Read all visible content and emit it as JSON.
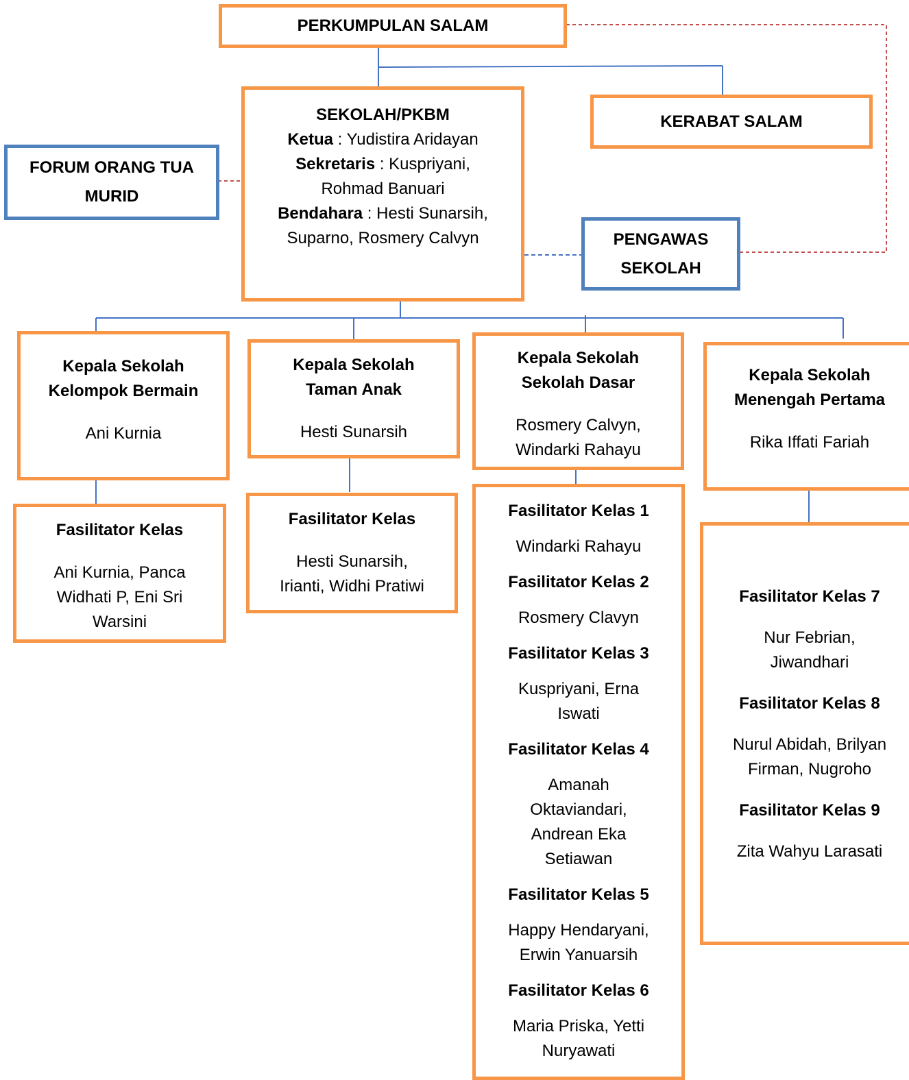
{
  "colors": {
    "orange_border": "#F79646",
    "blue_border": "#4F81BD",
    "connector": "#4472C4",
    "dashed_red": "#C0504D"
  },
  "perkumpulan": {
    "title": "PERKUMPULAN SALAM"
  },
  "kerabat": {
    "title": "KERABAT SALAM"
  },
  "forum": {
    "title_line1": "FORUM ORANG TUA",
    "title_line2": "MURID"
  },
  "pengawas": {
    "title_line1": "PENGAWAS",
    "title_line2": "SEKOLAH"
  },
  "pkbm": {
    "title": "SEKOLAH/PKBM",
    "ketua_label": "Ketua",
    "ketua_value": " : Yudistira Aridayan",
    "sekretaris_label": "Sekretaris",
    "sekretaris_value": " : Kuspriyani,",
    "sekretaris_value2": "Rohmad Banuari",
    "bendahara_label": "Bendahara",
    "bendahara_value": " : Hesti Sunarsih,",
    "bendahara_value2": "Suparno, Rosmery Calvyn"
  },
  "kb": {
    "title_line1": "Kepala Sekolah",
    "title_line2": "Kelompok Bermain",
    "name": "Ani Kurnia"
  },
  "ta": {
    "title_line1": "Kepala Sekolah",
    "title_line2": "Taman Anak",
    "name": "Hesti Sunarsih"
  },
  "sd": {
    "title_line1": "Kepala Sekolah",
    "title_line2": "Sekolah Dasar",
    "name_line1": "Rosmery Calvyn,",
    "name_line2": "Windarki Rahayu"
  },
  "smp": {
    "title_line1": "Kepala Sekolah",
    "title_line2": "Menengah Pertama",
    "name": "Rika Iffati Fariah"
  },
  "fas_kb": {
    "title": "Fasilitator Kelas",
    "line1": "Ani Kurnia, Panca",
    "line2": "Widhati P, Eni Sri",
    "line3": "Warsini"
  },
  "fas_ta": {
    "title": "Fasilitator Kelas",
    "line1": "Hesti Sunarsih,",
    "line2": "Irianti, Widhi Pratiwi"
  },
  "fas_sd": [
    {
      "title": "Fasilitator Kelas 1",
      "lines": [
        "Windarki Rahayu"
      ]
    },
    {
      "title": "Fasilitator Kelas 2",
      "lines": [
        "Rosmery Clavyn"
      ]
    },
    {
      "title": "Fasilitator Kelas 3",
      "lines": [
        "Kuspriyani, Erna",
        "Iswati"
      ]
    },
    {
      "title": "Fasilitator Kelas 4",
      "lines": [
        "Amanah",
        "Oktaviandari,",
        "Andrean Eka",
        "Setiawan"
      ]
    },
    {
      "title": "Fasilitator Kelas 5",
      "lines": [
        "Happy Hendaryani,",
        "Erwin Yanuarsih"
      ]
    },
    {
      "title": "Fasilitator Kelas 6",
      "lines": [
        "Maria Priska, Yetti",
        "Nuryawati"
      ]
    }
  ],
  "fas_smp": [
    {
      "title": "Fasilitator Kelas 7",
      "lines": [
        "Nur Febrian,",
        "Jiwandhari"
      ]
    },
    {
      "title": "Fasilitator Kelas 8",
      "lines": [
        "Nurul Abidah, Brilyan",
        "Firman, Nugroho"
      ]
    },
    {
      "title": "Fasilitator Kelas 9",
      "lines": [
        "Zita Wahyu Larasati"
      ]
    }
  ]
}
